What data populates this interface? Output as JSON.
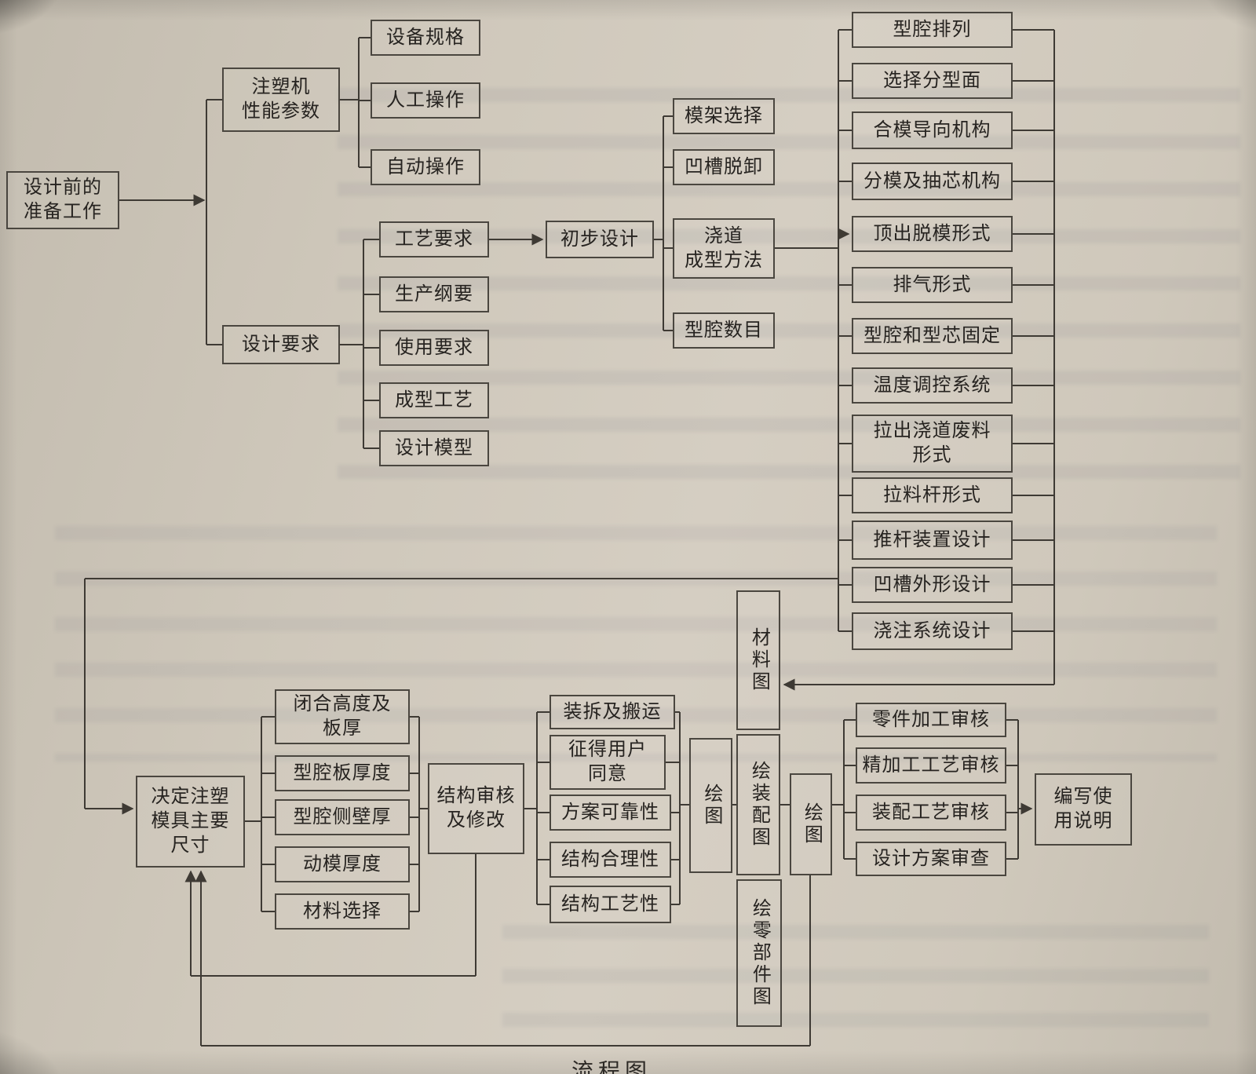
{
  "boxes": {
    "prep": "设计前的\n准备工作",
    "machine_params": "注塑机\n性能参数",
    "design_req": "设计要求",
    "equip_spec": "设备规格",
    "manual_op": "人工操作",
    "auto_op": "自动操作",
    "process_req": "工艺要求",
    "production_outline": "生产纲要",
    "usage_req": "使用要求",
    "molding_process": "成型工艺",
    "design_model": "设计模型",
    "preliminary_design": "初步设计",
    "mold_base": "模架选择",
    "groove_release": "凹槽脱卸",
    "runner_method": "浇道\n成型方法",
    "cavity_count": "型腔数目",
    "cavity_arrangement": "型腔排列",
    "parting_surface": "选择分型面",
    "mold_guide": "合模导向机构",
    "core_pulling": "分模及抽芯机构",
    "ejection_form": "顶出脱模形式",
    "exhaust_form": "排气形式",
    "cavity_core_fix": "型腔和型芯固定",
    "temp_control": "温度调控系统",
    "runner_waste": "拉出浇道废料\n形式",
    "pull_rod_form": "拉料杆形式",
    "push_rod_design": "推杆装置设计",
    "groove_shape": "凹槽外形设计",
    "gating_design": "浇注系统设计",
    "main_dimensions": "决定注塑\n模具主要\n尺寸",
    "closing_height": "闭合高度及\n板厚",
    "cavity_plate": "型腔板厚度",
    "cavity_wall": "型腔侧壁厚",
    "moving_mold": "动模厚度",
    "material_select": "材料选择",
    "structure_review": "结构审核\n及修改",
    "assembly_transport": "装拆及搬运",
    "user_consent": "征得用户\n同意",
    "plan_reliability": "方案可靠性",
    "structure_rationality": "结构合理性",
    "structure_manufacturability": "结构工艺性",
    "draw_1": "绘图",
    "material_drawing": "材料图",
    "assembly_drawing": "绘装配图",
    "parts_drawing": "绘零部件图",
    "draw_2": "绘图",
    "parts_review": "零件加工审核",
    "finish_review": "精加工工艺审核",
    "assembly_review": "装配工艺审核",
    "design_review": "设计方案审查",
    "manual_writing": "编写使\n用说明"
  },
  "caption": "流程图",
  "colors": {
    "paper": "#cfc8bb",
    "line": "#3e3a34",
    "text": "#262320"
  }
}
